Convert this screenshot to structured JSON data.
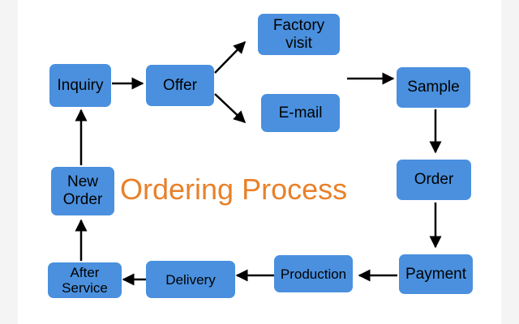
{
  "diagram": {
    "title": "Ordering Process",
    "colors": {
      "node_fill": "#4a90de",
      "title": "#e8812a",
      "arrow": "#000000",
      "text": "#000000"
    },
    "nodes": {
      "inquiry": "Inquiry",
      "offer": "Offer",
      "factory_visit": "Factory\nvisit",
      "email": "E-mail",
      "sample": "Sample",
      "order": "Order",
      "payment": "Payment",
      "production": "Production",
      "delivery": "Delivery",
      "after_service": "After\nService",
      "new_order": "New\nOrder"
    },
    "flow": [
      [
        "inquiry",
        "offer"
      ],
      [
        "offer",
        "factory_visit"
      ],
      [
        "offer",
        "email"
      ],
      [
        "factory_visit",
        "sample"
      ],
      [
        "email",
        "sample"
      ],
      [
        "sample",
        "order"
      ],
      [
        "order",
        "payment"
      ],
      [
        "payment",
        "production"
      ],
      [
        "production",
        "delivery"
      ],
      [
        "delivery",
        "after_service"
      ],
      [
        "after_service",
        "new_order"
      ],
      [
        "new_order",
        "inquiry"
      ]
    ]
  }
}
